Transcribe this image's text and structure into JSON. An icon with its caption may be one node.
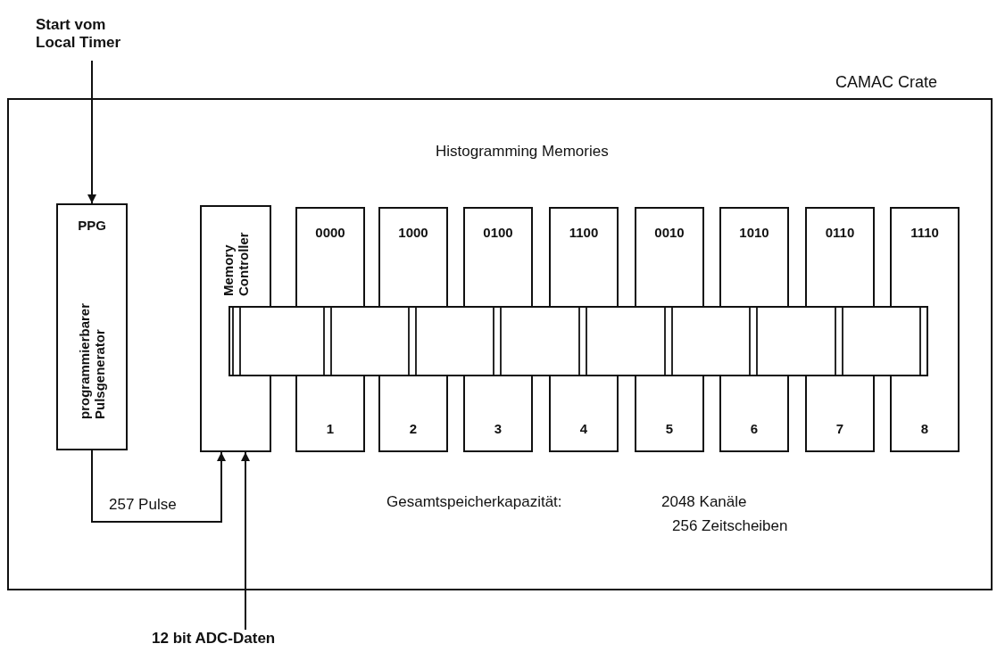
{
  "diagram": {
    "nodes": [
      {
        "text": [
          "CAMAC Crate"
        ]
      },
      {
        "text": [
          "Start vom Local Timer"
        ]
      },
      {
        "text": [
          "PPG",
          "programmierbarer Pulsgenerator"
        ],
        "in": 0
      },
      {
        "text": [
          "Memory Controller"
        ],
        "in": 0
      },
      {
        "text": [
          "0000",
          "1"
        ],
        "in": 0
      },
      {
        "text": [
          "1000",
          "2"
        ],
        "in": 0
      },
      {
        "text": [
          "0100",
          "3"
        ],
        "in": 0
      },
      {
        "text": [
          "1100",
          "4"
        ],
        "in": 0
      },
      {
        "text": [
          "0010",
          "5"
        ],
        "in": 0
      },
      {
        "text": [
          "1010",
          "6"
        ],
        "in": 0
      },
      {
        "text": [
          "0110",
          "7"
        ],
        "in": 0
      },
      {
        "text": [
          "1110",
          "8"
        ],
        "in": 0
      },
      {
        "text": [
          "12 bit ADC-Daten"
        ]
      }
    ],
    "edges": [
      {
        "from": 1,
        "to": 2,
        "arrow": "to"
      },
      {
        "from": 2,
        "to": 3,
        "arrow": "to",
        "label": "257 Pulse"
      },
      {
        "from": 12,
        "to": 3,
        "arrow": "to"
      }
    ],
    "labels": [
      "Histogramming Memories",
      "Gesamtspeicherkapazität:",
      "2048 Kanäle",
      "256 Zeitscheiben"
    ]
  }
}
